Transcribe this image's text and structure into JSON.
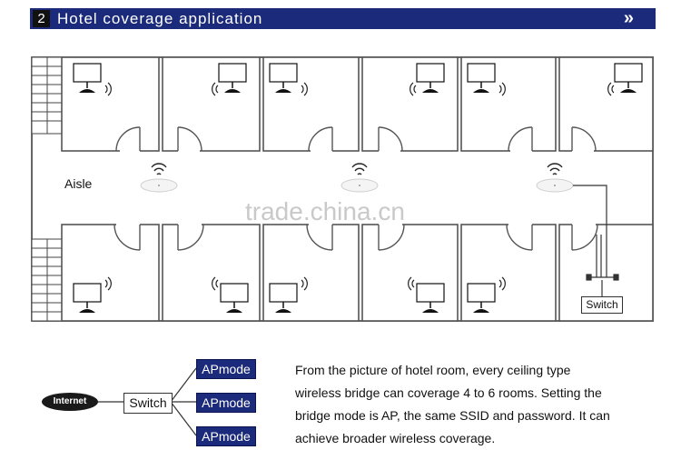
{
  "header": {
    "number": "2",
    "title": "Hotel coverage application",
    "arrow": "»"
  },
  "floorplan": {
    "aisle_label": "Aisle",
    "switch_label": "Switch",
    "watermark": "trade.china.cn",
    "icons": [
      "monitor-icon",
      "wifi-signal-icon",
      "ceiling-ap-icon",
      "door-swing-icon",
      "staircase-icon"
    ]
  },
  "legend": {
    "internet_label": "Internet",
    "switch_label": "Switch",
    "modes": [
      "APmode",
      "APmode",
      "APmode"
    ]
  },
  "description": [
    "From the picture of hotel room, every ceiling type",
    "wireless bridge can coverage 4 to 6 rooms. Setting the",
    "bridge mode is AP, the same SSID and password. It can",
    "achieve broader wireless coverage."
  ],
  "colors": {
    "header_bg": "#1b2a7a",
    "apmode_bg": "#1b2a7a",
    "line": "#555555"
  }
}
